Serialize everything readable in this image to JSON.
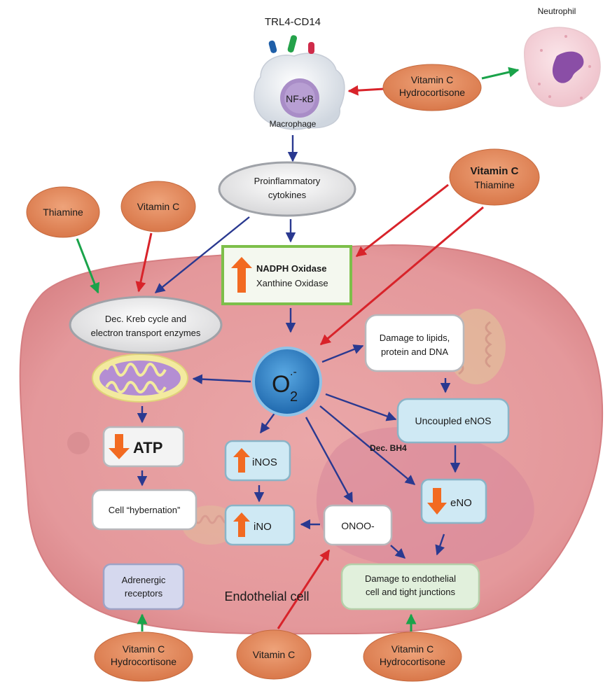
{
  "receptor_label": "TRL4-CD14",
  "macrophage": {
    "nucleus_label": "NF-κB",
    "cell_label": "Macrophage"
  },
  "neutrophil_label": "Neutrophil",
  "treatments": {
    "top_right": [
      "Vitamin C",
      "Hydrocortisone"
    ],
    "thiamine_left": "Thiamine",
    "vitc_left": "Vitamin C",
    "vitc_thiamine": [
      "Vitamin C",
      "Thiamine"
    ],
    "bottom_left": [
      "Vitamin C",
      "Hydrocortisone"
    ],
    "bottom_mid": "Vitamin C",
    "bottom_right": [
      "Vitamin C",
      "Hydrocortisone"
    ]
  },
  "nodes": {
    "cytokines": [
      "Proinflammatory",
      "cytokines"
    ],
    "oxidase": [
      "NADPH Oxidase",
      "Xanthine Oxidase"
    ],
    "kreb": [
      "Dec. Kreb cycle and",
      "electron transport enzymes"
    ],
    "superoxide": {
      "base": "O",
      "sub": "2",
      "sup": ".-"
    },
    "damage_lipids": [
      "Damage to lipids,",
      "protein and DNA"
    ],
    "enos": "Uncoupled eNOS",
    "bh4": "Dec. BH4",
    "atp": "ATP",
    "inos": "iNOS",
    "eno": "eNO",
    "hybernation": "Cell “hybernation”",
    "ino": "iNO",
    "onoo": "ONOO-",
    "adrenergic": [
      "Adrenergic",
      "receptors"
    ],
    "damage_endo": [
      "Damage to endothelial",
      "cell and tight junctions"
    ]
  },
  "cell_label": "Endothelial cell",
  "colors": {
    "cell_fill": "#e79d9f",
    "treatment_fill": "#e2875c",
    "inhibit_arrow": "#d8232a",
    "stimulate_arrow": "#1aa34a",
    "flow_arrow": "#2a3990",
    "up_arrow": "#f26a21",
    "o2_fill": "#2f7fc4",
    "blue_box": "#cfe9f4",
    "green_box": "#e1f0dc",
    "lavender_box": "#d5d8ee"
  }
}
